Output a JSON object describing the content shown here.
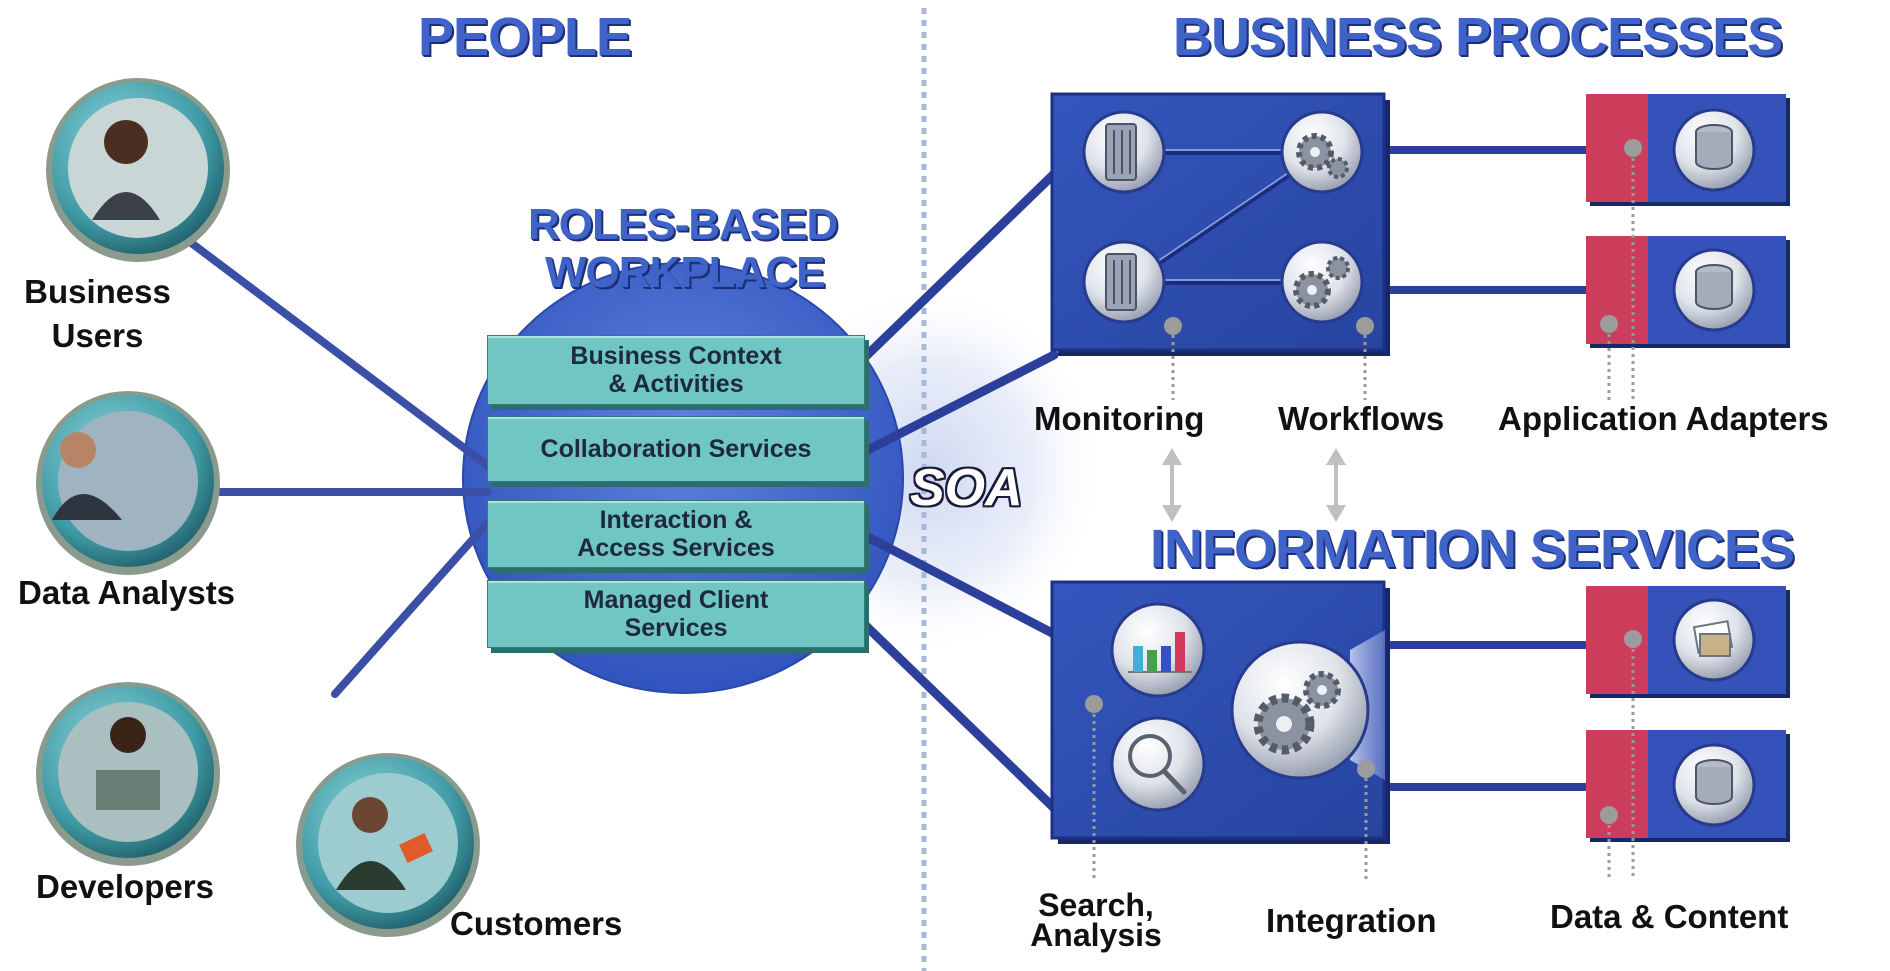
{
  "headings": {
    "people": "PEOPLE",
    "business_processes": "BUSINESS PROCESSES",
    "roles_based_line1": "ROLES-BASED",
    "roles_based_line2": "WORKPLACE",
    "information_services": "INFORMATION SERVICES",
    "soa": "SOA"
  },
  "people": {
    "business_users_line1": "Business",
    "business_users_line2": "Users",
    "data_analysts": "Data Analysts",
    "developers": "Developers",
    "customers": "Customers"
  },
  "workplace_layers": {
    "layer1_line1": "Business Context",
    "layer1_line2": "& Activities",
    "layer2": "Collaboration Services",
    "layer3_line1": "Interaction &",
    "layer3_line2": "Access Services",
    "layer4_line1": "Managed Client",
    "layer4_line2": "Services"
  },
  "process_labels": {
    "monitoring": "Monitoring",
    "workflows": "Workflows",
    "application_adapters": "Application Adapters"
  },
  "info_labels": {
    "search_line1": "Search,",
    "search_line2": "Analysis",
    "integration": "Integration",
    "data_content": "Data & Content"
  },
  "colors": {
    "panel_blue": "#2d4fb0",
    "panel_dark": "#1a2f80",
    "adapter_red": "#cc3d5c",
    "layer_teal": "#70c6c2",
    "heading_blue": "#3f63c8",
    "line_blue": "#2c3f9a",
    "divider": "#a9b8d4"
  },
  "icons": {
    "server": "server-icon",
    "gears": "gears-icon",
    "database": "database-icon",
    "bar_chart": "bar-chart-icon",
    "magnifier": "magnifier-icon",
    "document": "document-icon",
    "person_photo": "person-photo"
  }
}
